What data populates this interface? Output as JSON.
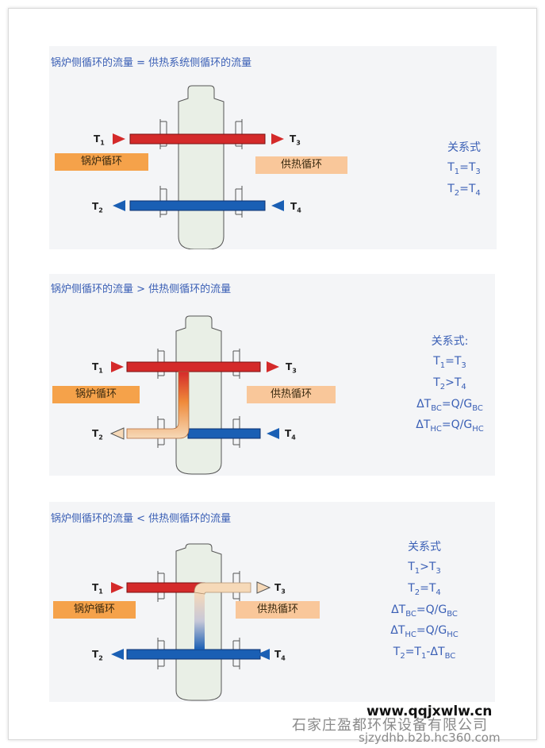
{
  "panels": [
    {
      "heading": "锅炉侧循环的流量 = 供热系统侧循环的流量",
      "boiler_label": "锅炉循环",
      "heat_label": "供热循环",
      "relations_title": "关系式",
      "relations": [
        "T1=T3",
        "T2=T4"
      ]
    },
    {
      "heading": "锅炉侧循环的流量 > 供热侧循环的流量",
      "boiler_label": "锅炉循环",
      "heat_label": "供热循环",
      "relations_title": "关系式:",
      "relations": [
        "T1=T3",
        "T2>T4",
        "ΔTBC=Q/GBC",
        "ΔTHC=Q/GHC"
      ]
    },
    {
      "heading": "锅炉侧循环的流量 < 供热侧循环的流量",
      "boiler_label": "锅炉循环",
      "heat_label": "供热循环",
      "relations_title": "关系式",
      "relations": [
        "T1>T3",
        "T2=T4",
        "ΔTBC=Q/GBC",
        "ΔTHC=Q/GHC",
        "T2=T1-ΔTBC"
      ]
    }
  ],
  "temps": {
    "t1": "T1",
    "t2": "T2",
    "t3": "T3",
    "t4": "T4"
  },
  "footer": {
    "url": "www.qqjxwlw.cn",
    "company": "石家庄盈都环保设备有限公司",
    "domain": "sjzydhb.b2b.hc360.com"
  },
  "colors": {
    "hot": "#d42a2a",
    "cold": "#1a5fb4",
    "tank": "#e9efe6",
    "boiler": "#f5a24a",
    "heat": "#f9c79a"
  }
}
